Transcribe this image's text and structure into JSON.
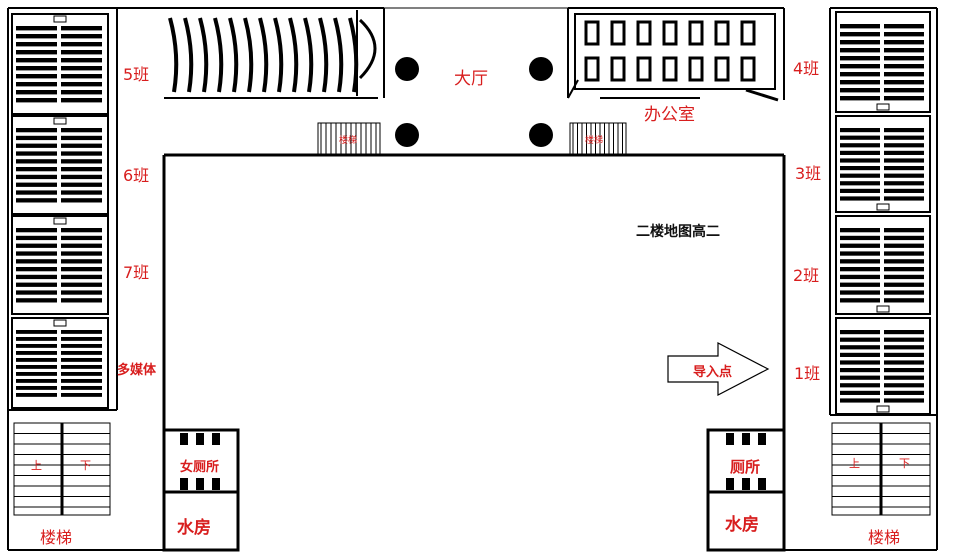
{
  "map_title": "二楼地图高二",
  "entry_point": "导入点",
  "rooms": {
    "hall": "大厅",
    "office": "办公室",
    "class_5": "5班",
    "class_6": "6班",
    "class_7": "7班",
    "multimedia": "多媒体",
    "class_4": "4班",
    "class_3": "3班",
    "class_2": "2班",
    "class_1": "1班",
    "womens_toilet": "女厕所",
    "toilet": "厕所",
    "water_room_left": "水房",
    "water_room_right": "水房",
    "stairs_left": "楼梯",
    "stairs_right": "楼梯",
    "stairs_small_left": "楼梯",
    "stairs_small_right": "楼梯",
    "stair_up_left": "上",
    "stair_down_left": "下",
    "stair_up_right": "上",
    "stair_down_right": "下"
  },
  "colors": {
    "label": "#d81e1e",
    "wall": "#000000",
    "background": "#ffffff"
  }
}
